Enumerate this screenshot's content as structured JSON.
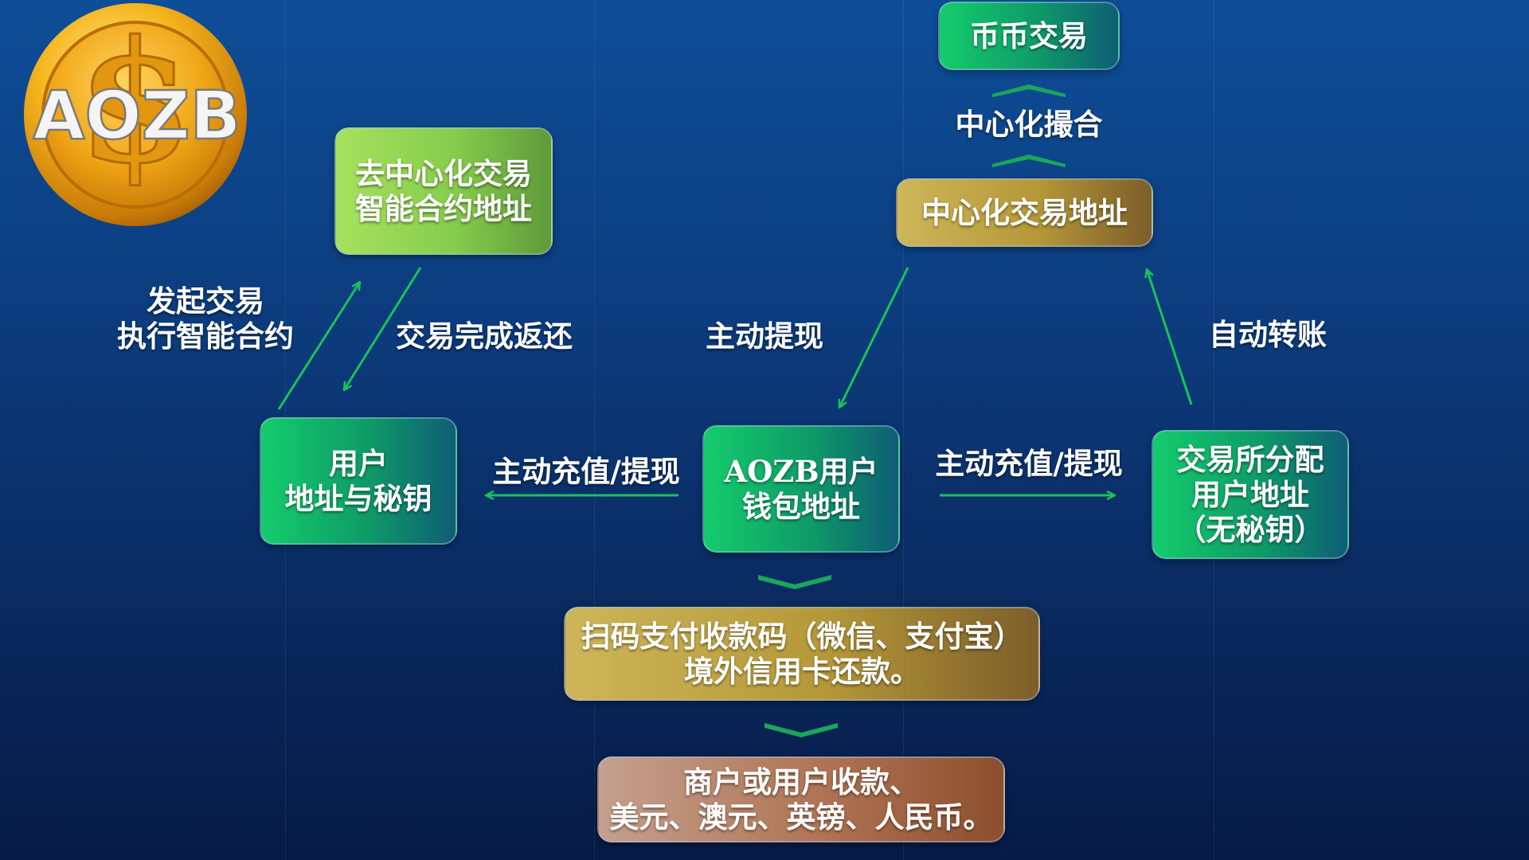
{
  "logo": {
    "text": "AOZB",
    "symbol": "$"
  },
  "nodes": {
    "coin_trading": "币币交易",
    "central_address": "中心化交易地址",
    "dex_contract": [
      "去中心化交易",
      "智能合约地址"
    ],
    "user_keys": [
      "用户",
      "地址与秘钥"
    ],
    "aozb_wallet": [
      "AOZB用户",
      "钱包地址"
    ],
    "exchange_assigned": [
      "交易所分配",
      "用户地址",
      "（无秘钥）"
    ],
    "qr_payment": [
      "扫码支付收款码（微信、支付宝）",
      "境外信用卡还款。"
    ],
    "merchant": [
      "商户或用户收款、",
      "美元、澳元、英镑、人民币。"
    ]
  },
  "labels": {
    "central_matching": "中心化撮合",
    "initiate_trade": [
      "发起交易",
      "执行智能合约"
    ],
    "trade_return": "交易完成返还",
    "active_withdraw": "主动提现",
    "auto_transfer": "自动转账",
    "deposit_withdraw_left": "主动充值/提现",
    "deposit_withdraw_right": "主动充值/提现"
  },
  "colors": {
    "arrow": "#19c25a",
    "chevron": "#1aa65c",
    "box_green": "#14cc6c",
    "box_lime": "#a6e15e",
    "box_gold": "#b59838",
    "box_copper": "#b07454"
  }
}
